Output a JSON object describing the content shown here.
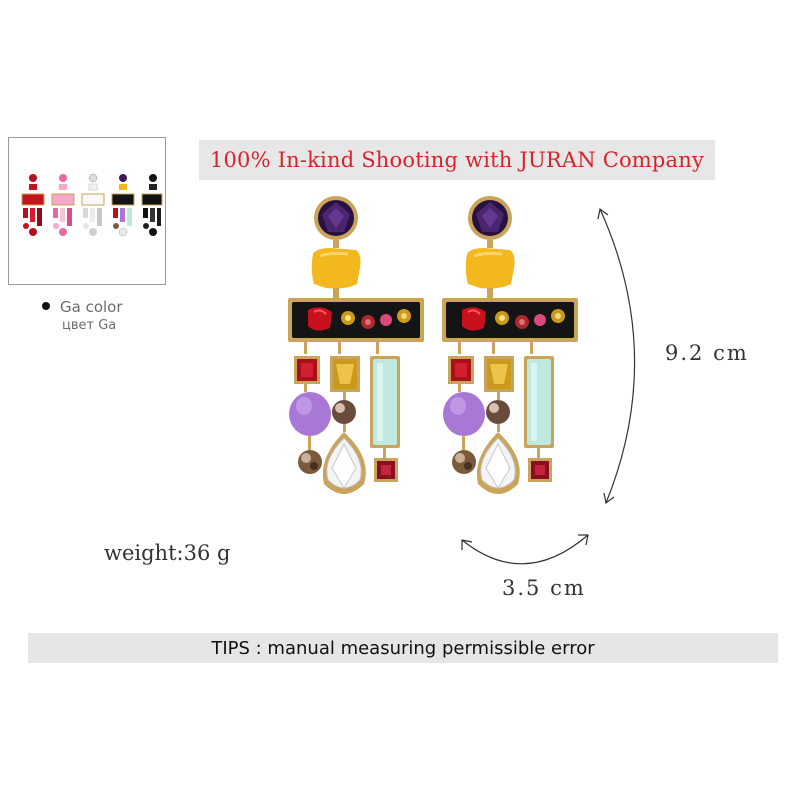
{
  "banner": {
    "text": "100% In-kind Shooting with JURAN Company"
  },
  "color_option": {
    "label": "Ga color",
    "label_ru": "цвет Ga"
  },
  "dimensions": {
    "length": "9.2 cm",
    "width": "3.5 cm",
    "weight": "weight:36 g"
  },
  "tips": {
    "text": "TIPS : manual measuring permissible error"
  },
  "colors": {
    "banner_text": "#d8232a",
    "banner_bg": "#e7e7e7",
    "tips_bg": "#e6e6e6",
    "gold": "#c9a45a",
    "enamel_black": "#141414",
    "amethyst_dark": "#3a1a55",
    "mustard": "#f2b81d",
    "ruby": "#b3121e",
    "topaz": "#c99a1c",
    "lilac": "#a978d6",
    "mint": "#bfe9e0",
    "burgundy": "#8b0f22"
  },
  "thumbnail_variants": [
    "red",
    "pink",
    "white",
    "multicolor",
    "black"
  ],
  "icons": [
    "bullet-dot-icon",
    "vertical-measure-arrow-icon",
    "horizontal-measure-arrow-icon"
  ]
}
